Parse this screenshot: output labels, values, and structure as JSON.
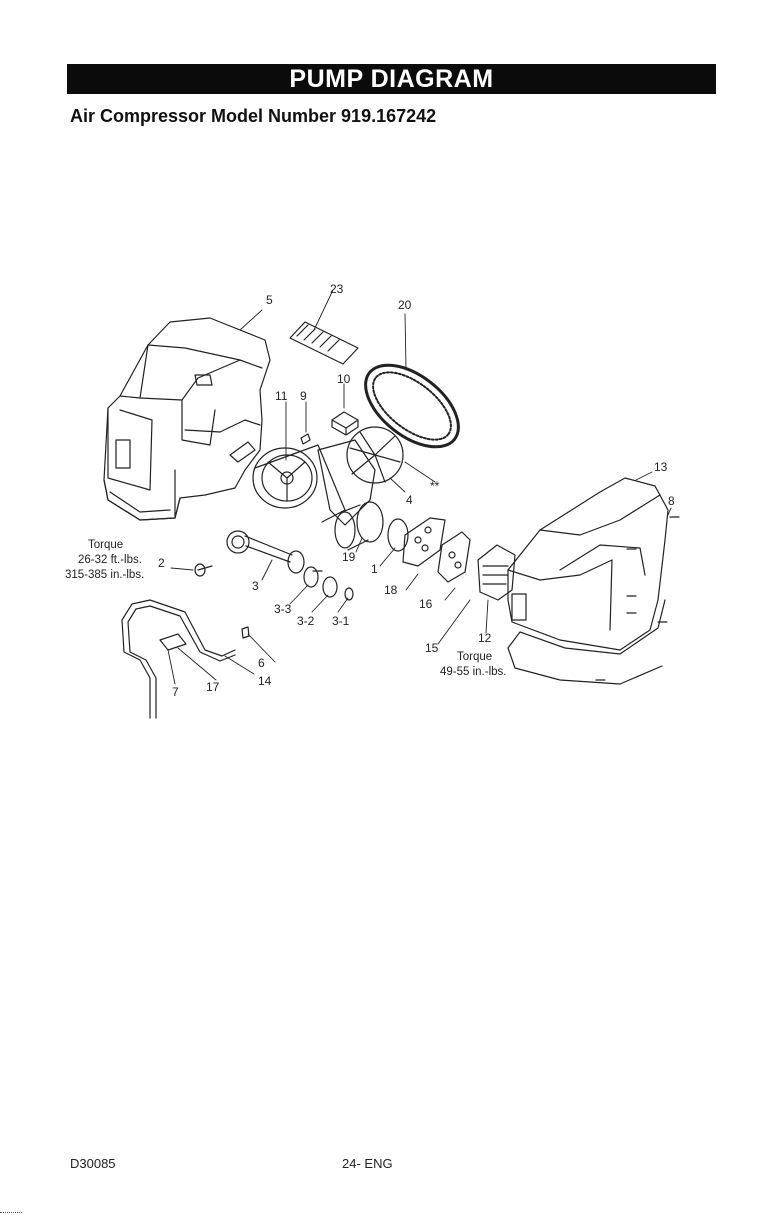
{
  "header": {
    "title": "PUMP DIAGRAM",
    "subtitle": "Air Compressor Model Number 919.167242"
  },
  "callouts": {
    "c5": "5",
    "c23": "23",
    "c20": "20",
    "c10": "10",
    "c11": "11",
    "c9": "9",
    "c4": "4",
    "c_star": "**",
    "c13": "13",
    "c8": "8",
    "c2": "2",
    "c19": "19",
    "c1": "1",
    "c18": "18",
    "c16": "16",
    "c3": "3",
    "c3_3": "3-3",
    "c3_2": "3-2",
    "c3_1": "3-1",
    "c15": "15",
    "c12": "12",
    "c6": "6",
    "c7": "7",
    "c17": "17",
    "c14": "14"
  },
  "torque_bolt": {
    "label": "Torque",
    "line1": "26-32 ft.-lbs.",
    "line2": "315-385 in.-lbs."
  },
  "torque_head": {
    "label": "Torque",
    "line1": "49-55 in.-lbs."
  },
  "footer": {
    "code": "D30085",
    "page": "24- ENG"
  }
}
